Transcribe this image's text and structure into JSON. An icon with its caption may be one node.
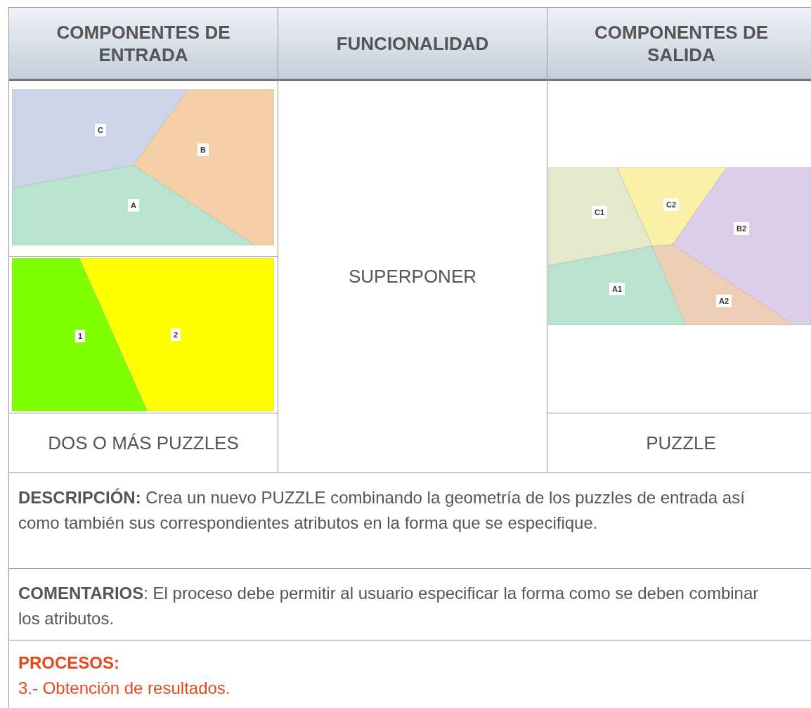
{
  "diagram": {
    "labels": [
      "COMPONENTES DE ENTRADA",
      "FUNCIONALIDAD",
      "COMPONENTES DE SALIDA",
      "C",
      "B",
      "A",
      "1",
      "2",
      "SUPERPONER",
      "C1",
      "C2",
      "B2",
      "A1",
      "A2",
      "DOS O MÁS PUZZLES",
      "PUZZLE",
      "**DESCRIPCIÓN:** Crea un nuevo PUZZLE combinando la geometría de los puzzles de entrada así como también sus correspondientes atributos en la forma que se especifique.",
      "**COMENTARIOS**: El proceso debe permitir al usuario especificar la forma como se deben combinar los atributos.",
      "PROCESOS:",
      "3.- Obtención de resultados."
    ]
  }
}
